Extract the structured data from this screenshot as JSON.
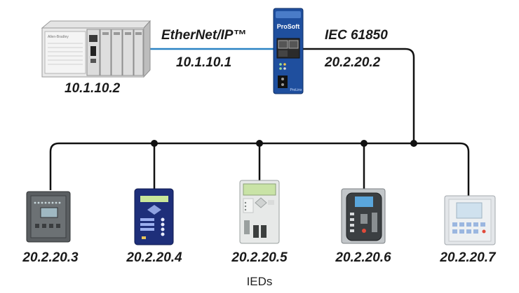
{
  "network": {
    "ethernet_ip": {
      "protocol": "EtherNet/IP™",
      "address": "10.1.10.1"
    },
    "iec61850": {
      "protocol": "IEC 61850",
      "address": "20.2.20.2"
    }
  },
  "plc": {
    "address": "10.1.10.2",
    "brand_text": "Allen-Bradley"
  },
  "gateway": {
    "brand": "ProSoft",
    "model_text": "ProLinx"
  },
  "ieds": [
    {
      "address": "20.2.20.3"
    },
    {
      "address": "20.2.20.4"
    },
    {
      "address": "20.2.20.5"
    },
    {
      "address": "20.2.20.6"
    },
    {
      "address": "20.2.20.7"
    }
  ],
  "caption": "IEDs",
  "colors": {
    "ethernet_link": "#2a83c4",
    "iec_link": "#111111",
    "gateway_body": "#1f4f9e"
  }
}
